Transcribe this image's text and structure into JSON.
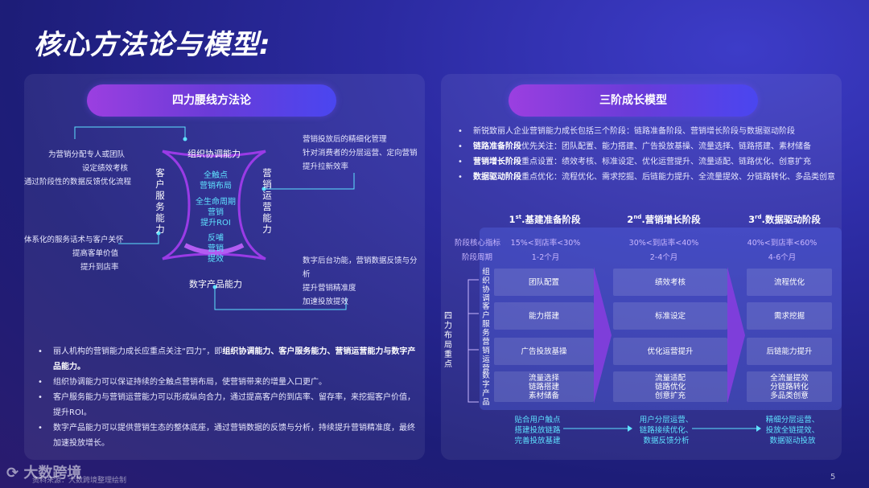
{
  "page": {
    "title": "核心方法论与模型:",
    "page_number": "5",
    "watermark_brand": "大数跨境",
    "watermark_sub": "资料来源：大数跨境整理绘制"
  },
  "left": {
    "pill": "四力腰线方法论",
    "top_left_notes": [
      "为营销分配专人或团队",
      "设定绩效考核",
      "通过阶段性的数据反馈优化流程"
    ],
    "mid_left_notes": [
      "体系化的服务话术与客户关怀",
      "提高客单价值",
      "提升到店率"
    ],
    "top_right_notes": [
      "营销投放后的精细化管理",
      "针对消费者的分层运营、定向营销",
      "提升拉新效率"
    ],
    "bottom_right_notes": [
      "数字后台功能，营销数据反馈与分析",
      "提升营销精准度",
      "加速投放提效"
    ],
    "caps": {
      "top": "组织协调能力",
      "bottom": "数字产品能力",
      "left": "客户服务能力",
      "right": "营销运营能力"
    },
    "center": {
      "c1": "全触点\n营销布局",
      "c2": "全生命周期\n营销\n提升ROI",
      "c3": "反哺\n营销\n提效"
    },
    "bullets": [
      {
        "pre": "丽人机构的营销能力成长应重点关注“四力”，即",
        "bold": "组织协调能力、客户服务能力、营销运营能力与数字产品能力。",
        "post": ""
      },
      {
        "pre": "组织协调能力可以保证持续的全触点营销布局，使营销带来的增量入口更广。",
        "bold": "",
        "post": ""
      },
      {
        "pre": "客户服务能力与营销运营能力可以形成纵向合力，通过提高客户的到店率、留存率，来挖掘客户价值，提升ROI。",
        "bold": "",
        "post": ""
      },
      {
        "pre": "数字产品能力可以提供营销生态的整体底座，通过营销数据的反馈与分析，持续提升营销精准度，最终加速投放增长。",
        "bold": "",
        "post": ""
      }
    ]
  },
  "right": {
    "pill": "三阶成长模型",
    "intro": [
      {
        "bold": "",
        "text": "新锐致丽人企业营销能力成长包括三个阶段：链路准备阶段、营销增长阶段与数据驱动阶段"
      },
      {
        "bold": "链路准备阶段",
        "text": "优先关注：团队配置、能力搭建、广告投放基操、流量选择、链路搭建、素材储备"
      },
      {
        "bold": "营销增长阶段",
        "text": "重点设置：绩效考核、标准设定、优化运营提升、流量适配、链路优化、创意扩充"
      },
      {
        "bold": "数据驱动阶段",
        "text": "重点优化：流程优化、需求挖掘、后链能力提升、全流量提效、分链路转化、多品类创意"
      }
    ],
    "stages": [
      {
        "ord": "1",
        "sup": "st",
        "name": ".基建准备阶段",
        "metric": "15%<到店率<30%",
        "period": "1-2个月"
      },
      {
        "ord": "2",
        "sup": "nd",
        "name": ".营销增长阶段",
        "metric": "30%<到店率<40%",
        "period": "2-4个月"
      },
      {
        "ord": "3",
        "sup": "rd",
        "name": ".数据驱动阶段",
        "metric": "40%<到店率<60%",
        "period": "4-6个月"
      }
    ],
    "metric_label": "阶段核心指标",
    "period_label": "阶段周期",
    "side_label": "四力布局重点",
    "row_labels": [
      "组织协调",
      "客户服务",
      "营销运营",
      "数字产品"
    ],
    "rows": [
      [
        "团队配置",
        "绩效考核",
        "流程优化"
      ],
      [
        "能力搭建",
        "标准设定",
        "需求挖掘"
      ],
      [
        "广告投放基操",
        "优化运营提升",
        "后链能力提升"
      ],
      [
        "流量选择\n链路搭建\n素材储备",
        "流量适配\n链路优化\n创意扩充",
        "全流量提效\n分链路转化\n多品类创意"
      ]
    ],
    "footers": [
      "贴合用户触点\n搭建投放链路\n完善投放基建",
      "用户分层运营、\n链路接续优化、\n数据反馈分析",
      "精细分层运营、\n投放全链提效、\n数据驱动投放"
    ]
  },
  "colors": {
    "accent_cyan": "#5fe2ff",
    "pill_gradient_start": "#9b3fe0",
    "pill_gradient_end": "#4a46f0"
  }
}
